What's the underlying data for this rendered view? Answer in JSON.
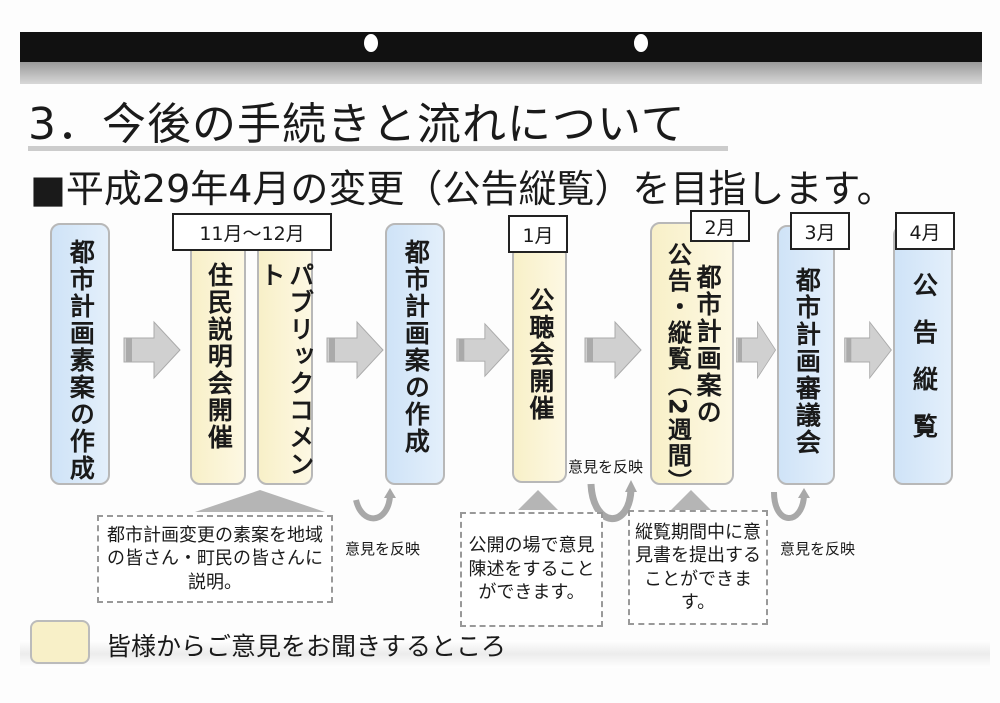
{
  "header": {
    "title": "3．今後の手続きと流れについて",
    "subtitle": "■平成29年4月の変更（公告縦覧）を目指します。"
  },
  "flow": {
    "steps": [
      {
        "label": "都市計画素案の作成",
        "kind": "blue"
      },
      {
        "label": "住民説明会開催",
        "kind": "yellow"
      },
      {
        "label": "パブリックコメント",
        "kind": "yellow"
      },
      {
        "label": "都市計画案の作成",
        "kind": "blue"
      },
      {
        "label": "公聴会開催",
        "kind": "yellow"
      },
      {
        "label_a": "都市計画案の",
        "label_b": "公告・縦覧（2週間）",
        "kind": "yellow"
      },
      {
        "label": "都市計画審議会",
        "kind": "blue"
      },
      {
        "label": "公告縦覧",
        "kind": "blue"
      }
    ],
    "months": {
      "nov_dec": "11月～12月",
      "jan": "1月",
      "feb": "2月",
      "mar": "3月",
      "apr": "4月"
    },
    "reflect_label": "意見を反映",
    "notes": [
      "都市計画変更の素案を地域の皆さん・町民の皆さんに説明。",
      "公開の場で意見陳述をすることができます。",
      "縦覧期間中に意見書を提出することができます。"
    ]
  },
  "legend": {
    "label": "皆様からご意見をお聞きするところ",
    "color": "#f8f0c8"
  },
  "colors": {
    "blue": "#cfe3f7",
    "yellow": "#f8f0c8",
    "arrow": "#c8c8c8"
  }
}
